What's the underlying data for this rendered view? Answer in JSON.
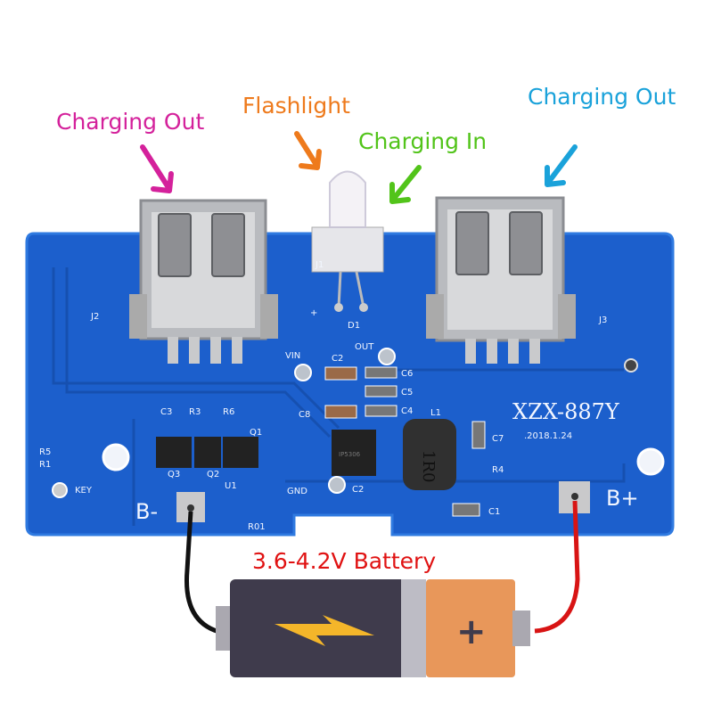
{
  "annotations": {
    "charging_out_left": {
      "text": "Charging Out",
      "color": "#d4219b"
    },
    "flashlight": {
      "text": "Flashlight",
      "color": "#ee7a1c"
    },
    "charging_in": {
      "text": "Charging In",
      "color": "#52c41a"
    },
    "charging_out_right": {
      "text": "Charging Out",
      "color": "#1aa2da"
    },
    "battery": {
      "text": "3.6-4.2V Battery",
      "color": "#e01212"
    }
  },
  "board": {
    "model": "XZX-887Y",
    "date": ".2018.1.24",
    "b_minus": "B-",
    "b_plus": "B+",
    "chip": "IP5306",
    "inductor": "1R0",
    "silkscreen": [
      "J1",
      "J2",
      "J3",
      "D1",
      "VIN",
      "OUT",
      "C2",
      "C6",
      "C5",
      "C4",
      "C8",
      "C3",
      "R3",
      "R6",
      "Q1",
      "Q3",
      "Q2",
      "U1",
      "R01",
      "GND",
      "C2",
      "L1",
      "C7",
      "R4",
      "C1",
      "R5",
      "R1",
      "KEY",
      "+"
    ],
    "color": "#1c5fcc"
  },
  "battery_icon": {
    "plus": "+",
    "body_color": "#3f3b4c",
    "cap_color": "#e8975a",
    "bolt_color": "#f4b62a"
  }
}
